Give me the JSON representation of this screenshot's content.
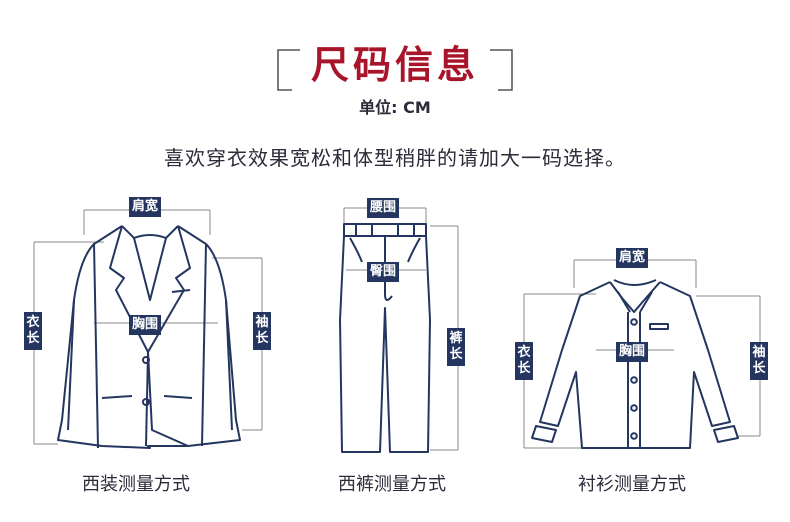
{
  "header": {
    "title": "尺码信息",
    "unit": "单位: CM",
    "tip": "喜欢穿衣效果宽松和体型稍胖的请加大一码选择。"
  },
  "suit": {
    "caption": "西装测量方式",
    "shoulder": "肩宽",
    "chest": "胸围",
    "length": "衣长",
    "sleeve": "袖长"
  },
  "pants": {
    "caption": "西裤测量方式",
    "waist": "腰围",
    "hip": "臀围",
    "length": "裤长"
  },
  "shirt": {
    "caption": "衬衫测量方式",
    "shoulder": "肩宽",
    "chest": "胸围",
    "length": "衣长",
    "sleeve": "袖长"
  },
  "colors": {
    "title": "#a8142a",
    "navy": "#24365f",
    "guide": "#8a8a8a"
  }
}
